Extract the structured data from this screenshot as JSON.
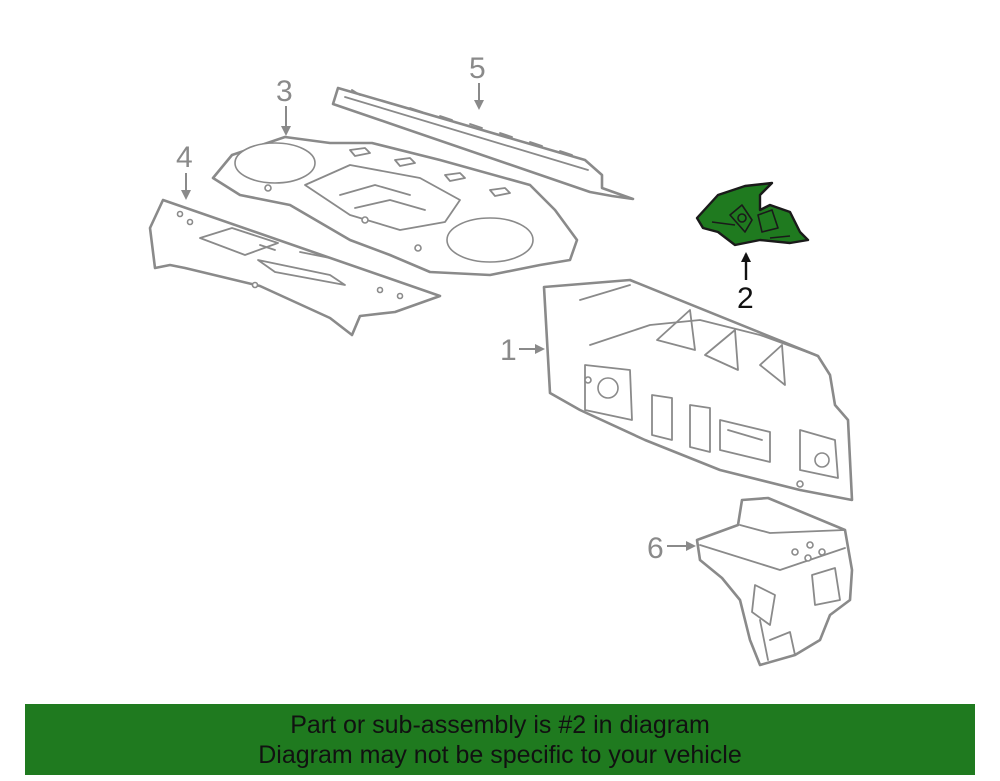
{
  "callouts": [
    {
      "id": "1",
      "label": "1"
    },
    {
      "id": "2",
      "label": "2",
      "highlighted": true
    },
    {
      "id": "3",
      "label": "3"
    },
    {
      "id": "4",
      "label": "4"
    },
    {
      "id": "5",
      "label": "5"
    },
    {
      "id": "6",
      "label": "6"
    }
  ],
  "banner": {
    "line1": "Part or sub-assembly is #2 in diagram",
    "line2": "Diagram may not be specific to your vehicle"
  },
  "colors": {
    "highlight": "#1f7a1f",
    "line_art": "#8a8a8a",
    "banner_bg": "#1f7a1f",
    "text": "#111111"
  }
}
